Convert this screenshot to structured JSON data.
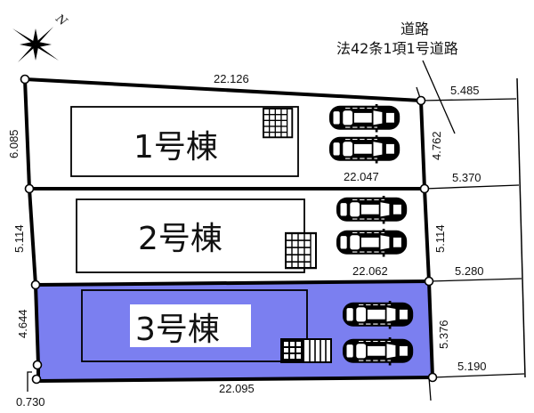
{
  "compass": {
    "label": "N",
    "icon": "compass-rose-icon"
  },
  "road": {
    "title": "道路",
    "subtitle": "法42条1項1号道路"
  },
  "colors": {
    "lot3_fill": "#7b7ff0",
    "line": "#000000",
    "background": "#ffffff"
  },
  "lots": [
    {
      "id": "lot-1",
      "label": "1号棟",
      "top_edge": "22.126",
      "bottom_edge": "22.047",
      "left_edge": "6.085",
      "right_edge": "4.762",
      "road_width": "5.485",
      "parking_spaces": 2,
      "highlighted": false
    },
    {
      "id": "lot-2",
      "label": "2号棟",
      "bottom_edge": "22.062",
      "left_edge": "5.114",
      "right_edge": "5.114",
      "road_width": "5.370",
      "parking_spaces": 2,
      "highlighted": false
    },
    {
      "id": "lot-3",
      "label": "3号棟",
      "bottom_edge": "22.095",
      "left_edge": "4.644",
      "right_edge": "5.376",
      "road_width": "5.280",
      "parking_spaces": 2,
      "highlighted": true
    }
  ],
  "extra_dims": {
    "bottom_road_width": "5.190",
    "corner_offset": "0.730"
  }
}
